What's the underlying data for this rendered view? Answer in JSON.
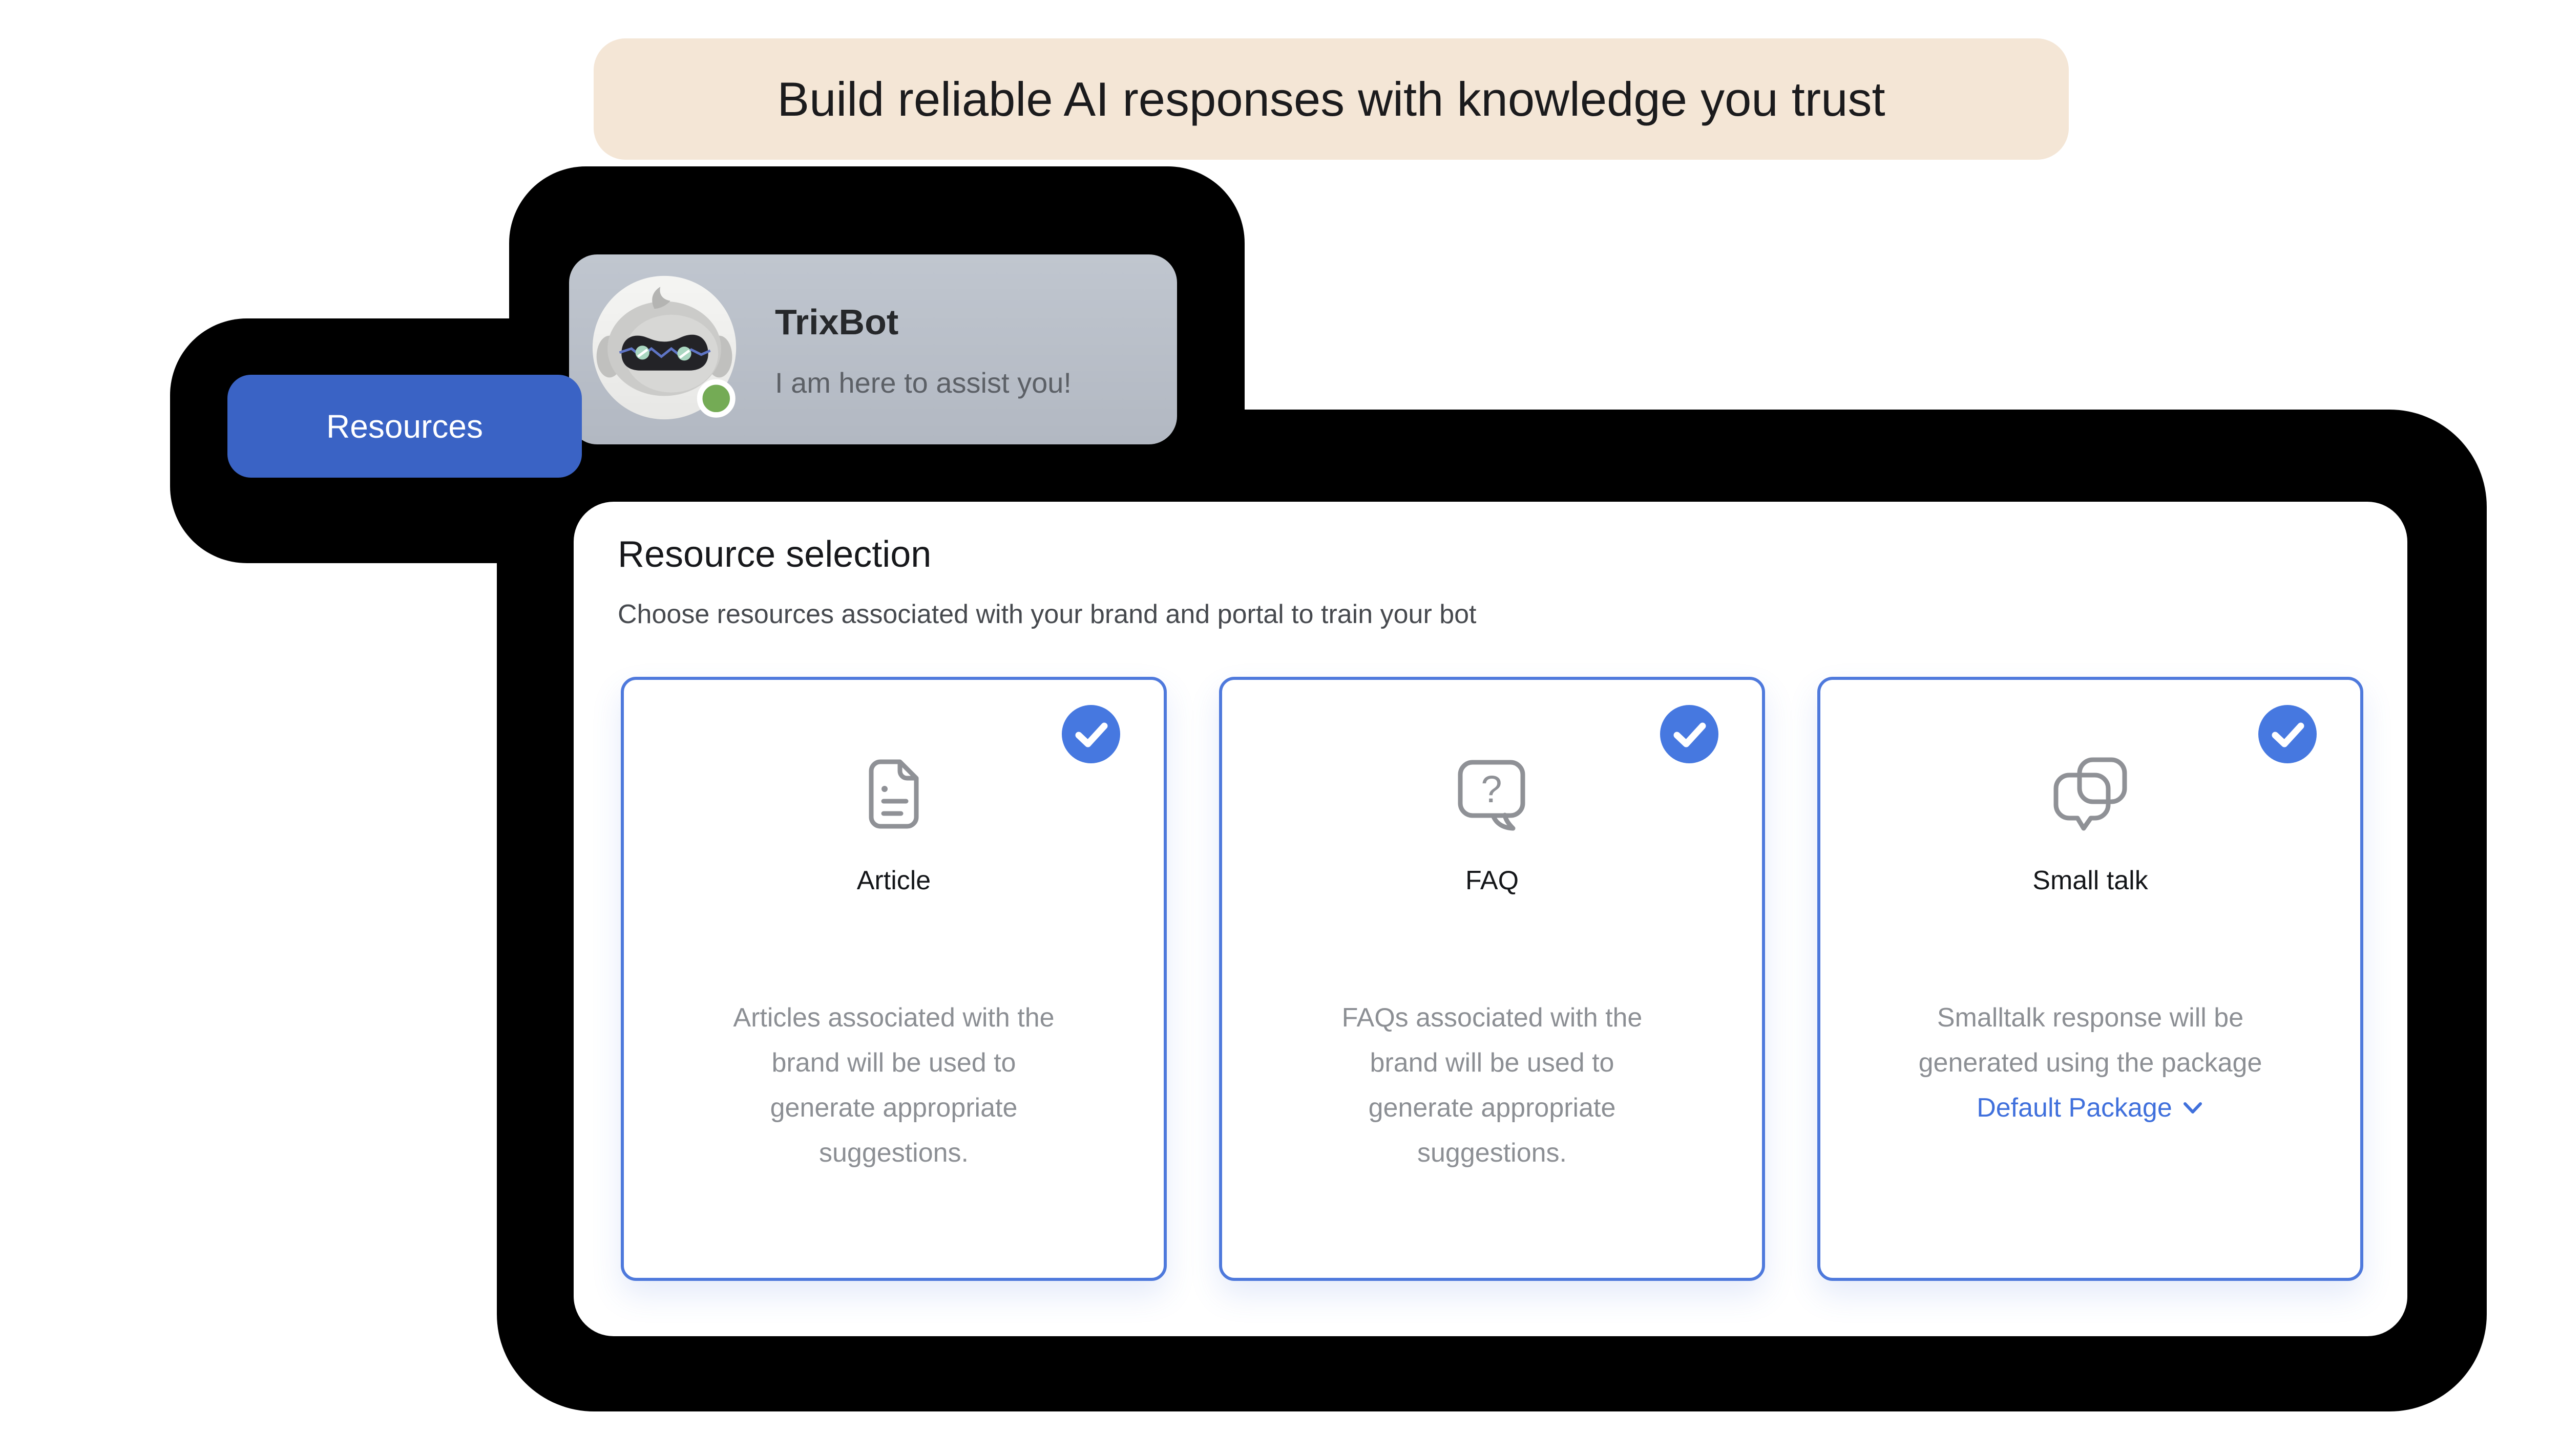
{
  "banner": {
    "text": "Build reliable AI responses with knowledge you trust"
  },
  "chat_widget": {
    "bot_name": "TrixBot",
    "bot_message": "I am here to assist you!",
    "status": "online",
    "avatar_icon": "robot-avatar-icon"
  },
  "resources_button": {
    "label": "Resources"
  },
  "resource_panel": {
    "title": "Resource selection",
    "subtitle": "Choose resources associated with your brand and portal to train your bot",
    "cards": [
      {
        "title": "Article",
        "icon": "article-document-icon",
        "selected": true,
        "description": "Articles associated with the\nbrand will be used to\ngenerate appropriate\nsuggestions."
      },
      {
        "title": "FAQ",
        "icon": "faq-question-bubble-icon",
        "selected": true,
        "description": "FAQs associated with the\nbrand will be used to\ngenerate appropriate\nsuggestions."
      },
      {
        "title": "Small talk",
        "icon": "small-talk-bubbles-icon",
        "selected": true,
        "description": "Smalltalk response will be\ngenerated using the package",
        "package_link": {
          "label": "Default Package",
          "icon": "chevron-down-icon"
        }
      }
    ]
  },
  "colors": {
    "banner_bg": "#F4E6D6",
    "primary_blue": "#3A63C5",
    "check_blue": "#4678E0",
    "card_border_blue": "#4E79DC",
    "link_blue": "#4070DC",
    "chat_card_gray": "#B9BFC8",
    "status_green": "#74AB55",
    "blob_black": "#000000",
    "icon_gray": "#8F9196",
    "description_gray": "#8C8F94"
  }
}
